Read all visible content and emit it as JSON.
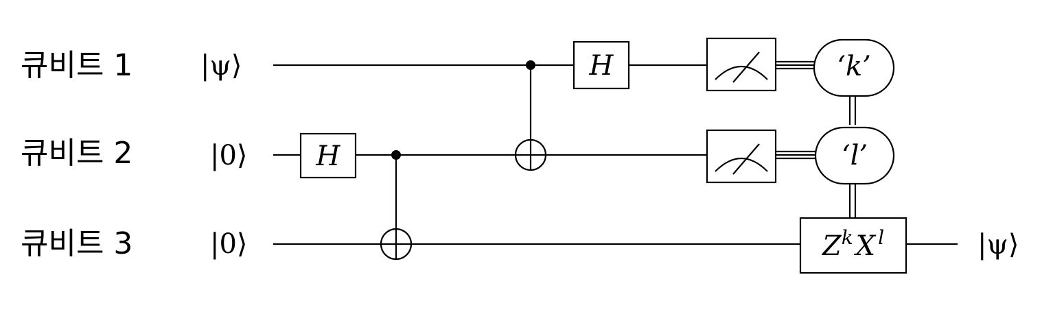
{
  "qubits": [
    {
      "label": "큐비트 1",
      "input": "|ψ⟩"
    },
    {
      "label": "큐비트 2",
      "input": "|0⟩"
    },
    {
      "label": "큐비트 3",
      "input": "|0⟩"
    }
  ],
  "gates": {
    "h1": "H",
    "h2": "H",
    "control1": "‘k’",
    "control2": "‘l’",
    "correction": {
      "z": "Z",
      "k": "k",
      "x": "X",
      "l": "l"
    }
  },
  "output": "|ψ⟩"
}
